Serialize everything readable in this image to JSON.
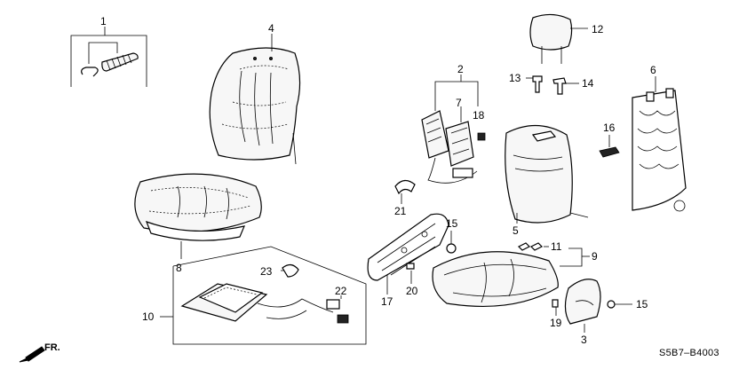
{
  "callouts": {
    "c1": "1",
    "c2": "2",
    "c3": "3",
    "c4": "4",
    "c5": "5",
    "c6": "6",
    "c7": "7",
    "c8": "8",
    "c9": "9",
    "c10": "10",
    "c11": "11",
    "c12": "12",
    "c13": "13",
    "c14": "14",
    "c15a": "15",
    "c15b": "15",
    "c16": "16",
    "c17": "17",
    "c18": "18",
    "c19": "19",
    "c20": "20",
    "c21": "21",
    "c22": "22",
    "c23": "23"
  },
  "direction_label": "FR.",
  "diagram_code": "S5B7–B4003",
  "icons": {
    "direction": "arrow-down-left-icon"
  }
}
